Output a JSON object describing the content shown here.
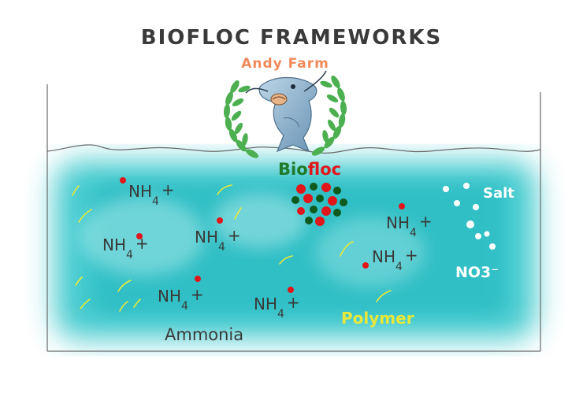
{
  "title": "BIOFLOC FRAMEWORKS",
  "logo": {
    "brand": "Andy Farm"
  },
  "biofloc_label": {
    "prefix": "Bio",
    "suffix": "floc"
  },
  "labels": {
    "ammonia": "Ammonia",
    "polymer": "Polymer",
    "salt": "Salt",
    "nitrate": "NO3⁻"
  },
  "ammonium": {
    "base": "NH",
    "subscript": "4",
    "charge": "+"
  },
  "colors": {
    "water": "#2ec4c9",
    "ion_dot": "#e0161b",
    "floc_red": "#e0161b",
    "floc_green": "#0f5a1e",
    "polymer": "#e8e83a",
    "laurel": "#4caf50",
    "brand": "#f08a5a",
    "bio_green": "#1f7a2a",
    "floc_red_text": "#e0161b",
    "salt_white": "#ffffff",
    "ink": "#3a3a3a"
  }
}
